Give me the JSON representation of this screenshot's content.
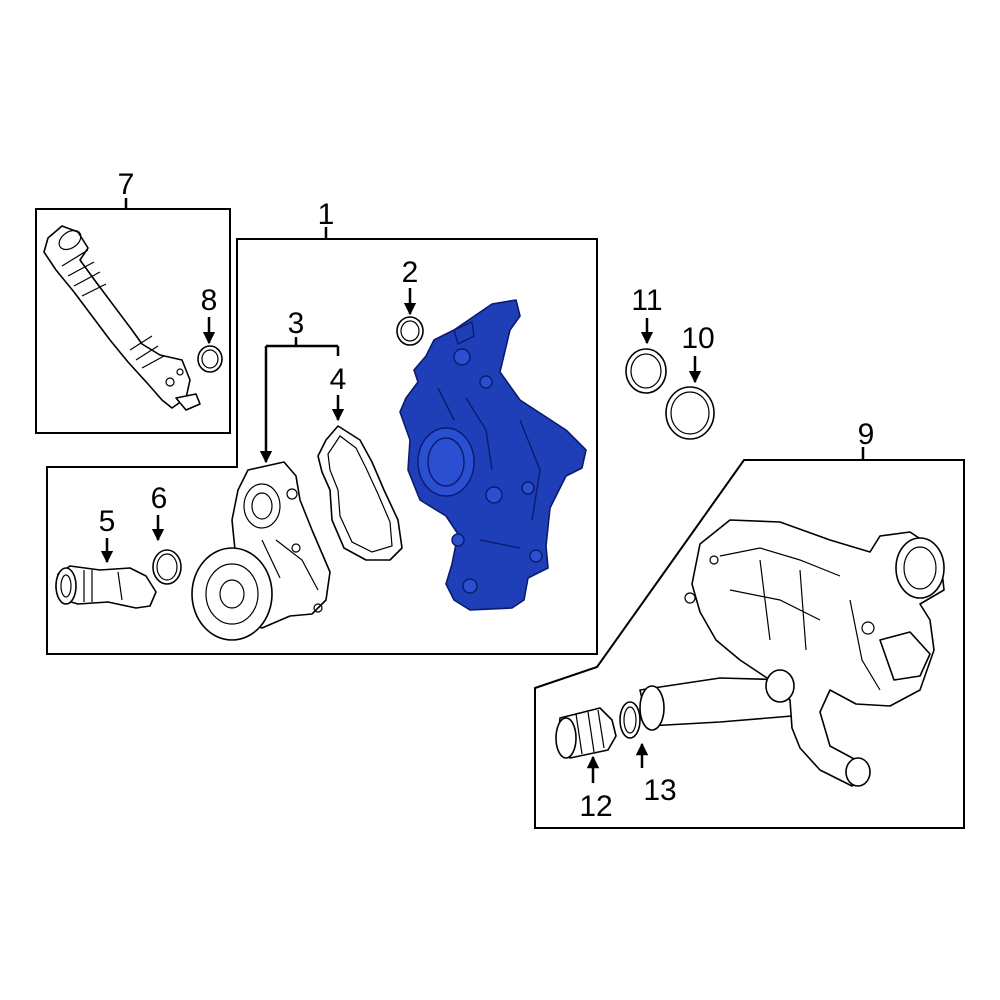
{
  "callouts": {
    "c1": "1",
    "c2": "2",
    "c3": "3",
    "c4": "4",
    "c5": "5",
    "c6": "6",
    "c7": "7",
    "c8": "8",
    "c9": "9",
    "c10": "10",
    "c11": "11",
    "c12": "12",
    "c13": "13"
  },
  "highlight_color": "#1f3fb8",
  "highlighted_part": "1"
}
